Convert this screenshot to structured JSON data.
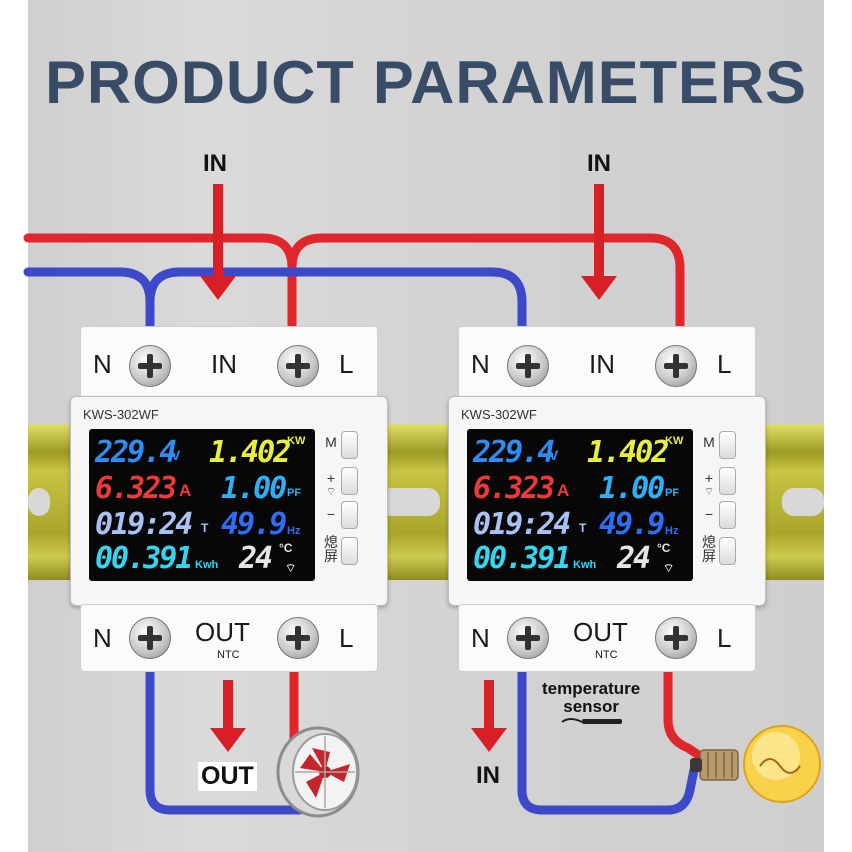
{
  "title": "PRODUCT PARAMETERS",
  "flow_labels": {
    "in_top_left": "IN",
    "in_top_right": "IN",
    "out_bottom_left": "OUT",
    "in_bottom_right": "IN",
    "sensor": "temperature\nsensor"
  },
  "devices": [
    {
      "model": "KWS-302WF",
      "top_terminals": {
        "n": "N",
        "in": "IN",
        "l": "L"
      },
      "bottom_terminals": {
        "n": "N",
        "out": "OUT",
        "ntc": "NTC",
        "l": "L"
      },
      "display": {
        "voltage": "229.4",
        "voltage_unit": "V",
        "power": "1.402",
        "power_unit": "KW",
        "current": "6.323",
        "current_unit": "A",
        "pf": "1.00",
        "pf_unit": "PF",
        "time": "019:24",
        "time_unit": "T",
        "frequency": "49.9",
        "frequency_unit": "Hz",
        "energy": "00.391",
        "energy_unit": "Kwh",
        "temperature": "24",
        "temperature_unit": "°C"
      },
      "buttons": {
        "m": "M",
        "plus": "+",
        "minus": "−",
        "screen": "熄屏"
      }
    },
    {
      "model": "KWS-302WF",
      "top_terminals": {
        "n": "N",
        "in": "IN",
        "l": "L"
      },
      "bottom_terminals": {
        "n": "N",
        "out": "OUT",
        "ntc": "NTC",
        "l": "L"
      },
      "display": {
        "voltage": "229.4",
        "voltage_unit": "V",
        "power": "1.402",
        "power_unit": "KW",
        "current": "6.323",
        "current_unit": "A",
        "pf": "1.00",
        "pf_unit": "PF",
        "time": "019:24",
        "time_unit": "T",
        "frequency": "49.9",
        "frequency_unit": "Hz",
        "energy": "00.391",
        "energy_unit": "Kwh",
        "temperature": "24",
        "temperature_unit": "°C"
      },
      "buttons": {
        "m": "M",
        "plus": "+",
        "minus": "−",
        "screen": "熄屏"
      }
    }
  ],
  "colors": {
    "title": "#384b67",
    "live_wire": "#e0262b",
    "neutral_wire": "#3d49c9",
    "arrow": "#d91f26",
    "rail": "#b6b32b"
  }
}
